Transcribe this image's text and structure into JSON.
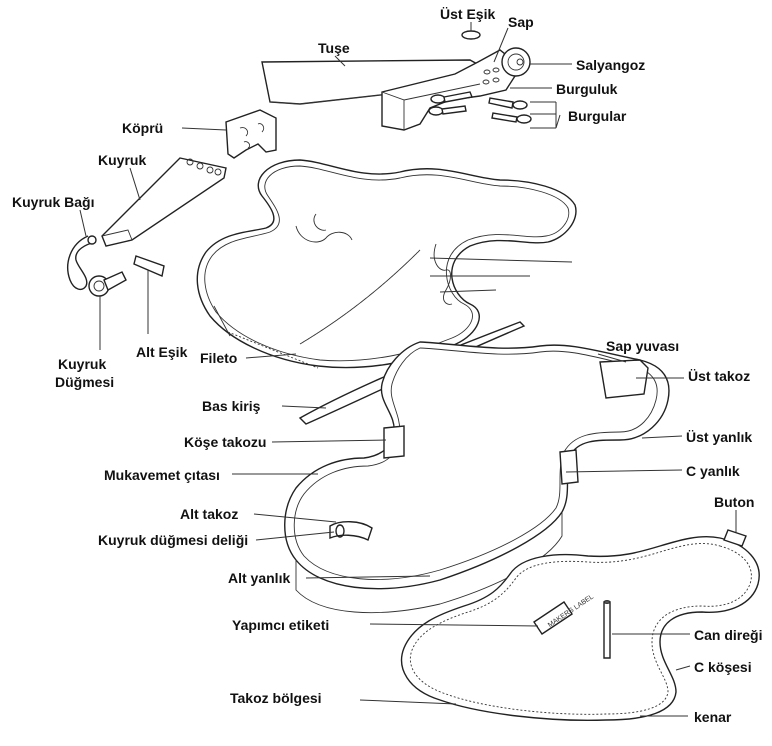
{
  "labels": {
    "ust_esik": "Üst Eşik",
    "sap": "Sap",
    "tuse": "Tuşe",
    "salyangoz": "Salyangoz",
    "burguluk": "Burguluk",
    "burgular": "Burgular",
    "kopru": "Köprü",
    "kuyruk": "Kuyruk",
    "kuyruk_bagi": "Kuyruk Bağı",
    "kuyruk_dugmesi_1": "Kuyruk",
    "kuyruk_dugmesi_2": "Düğmesi",
    "alt_esik": "Alt Eşik",
    "fileto": "Fileto",
    "sap_yuvasi": "Sap yuvası",
    "ust_takoz": "Üst takoz",
    "bas_kiris": "Bas kiriş",
    "kose_takozu": "Köşe takozu",
    "ust_yanlik": "Üst yanlık",
    "mukavemet_citasi": "Mukavemet çıtası",
    "c_yanlik": "C yanlık",
    "buton": "Buton",
    "alt_takoz": "Alt takoz",
    "kuyruk_dugmesi_deligi": "Kuyruk düğmesi deliği",
    "alt_yanlik": "Alt yanlık",
    "yapimci_etiketi": "Yapımcı etiketi",
    "can_diregi": "Can direği",
    "c_kosesi": "C köşesi",
    "takoz_bolgesi": "Takoz bölgesi",
    "kenar": "kenar"
  },
  "sticker_text": "MAKERS LABEL"
}
